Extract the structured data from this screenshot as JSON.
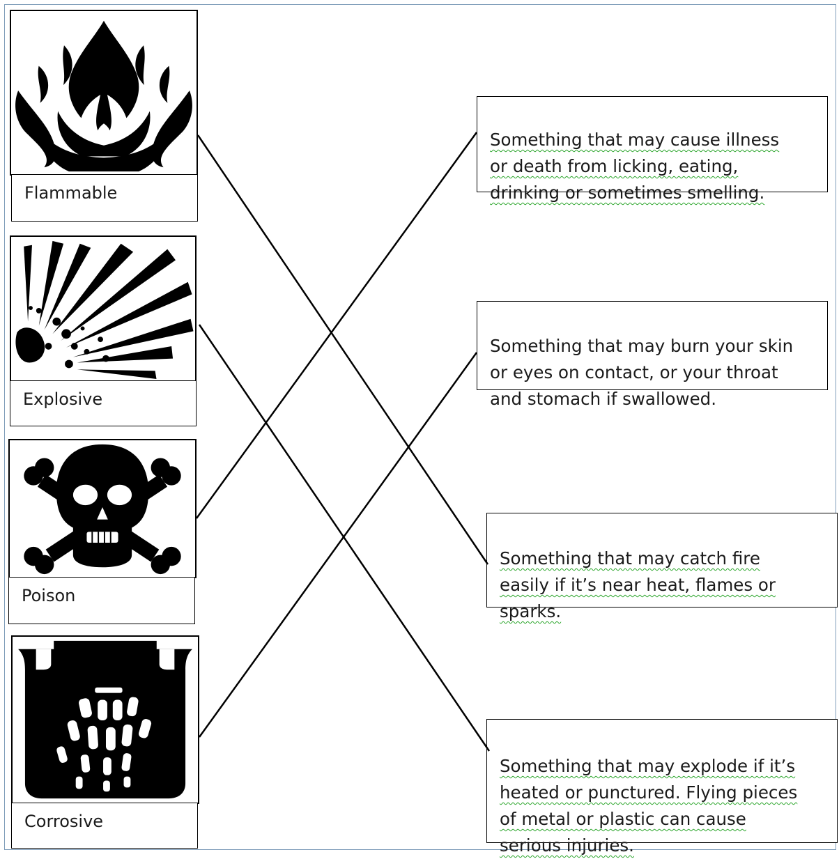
{
  "symbols": [
    {
      "label": "Flammable",
      "icon": "flame-icon"
    },
    {
      "label": "Explosive",
      "icon": "explosion-icon"
    },
    {
      "label": "Poison",
      "icon": "skull-crossbones-icon"
    },
    {
      "label": "Corrosive",
      "icon": "corroded-hand-icon"
    }
  ],
  "descriptions": [
    {
      "text": "Something that may cause illness\nor death from licking, eating,\ndrinking or sometimes smelling."
    },
    {
      "text": "Something that may burn your skin\nor eyes on contact, or your throat\nand stomach if swallowed."
    },
    {
      "text": "Something that may catch fire\neasily if it’s near heat, flames or\nsparks."
    },
    {
      "text": "Something that may explode  if it’s\nheated  or punctured.  Flying pieces\nof metal or plastic can cause\nserious injuries."
    }
  ],
  "matches": [
    {
      "symbol": "Flammable",
      "description": 3
    },
    {
      "symbol": "Explosive",
      "description": 4
    },
    {
      "symbol": "Poison",
      "description": 1
    },
    {
      "symbol": "Corrosive",
      "description": 2
    }
  ],
  "colors": {
    "frame_border": "#7f9db9",
    "spellcheck_squiggle": "#2aa52a"
  }
}
